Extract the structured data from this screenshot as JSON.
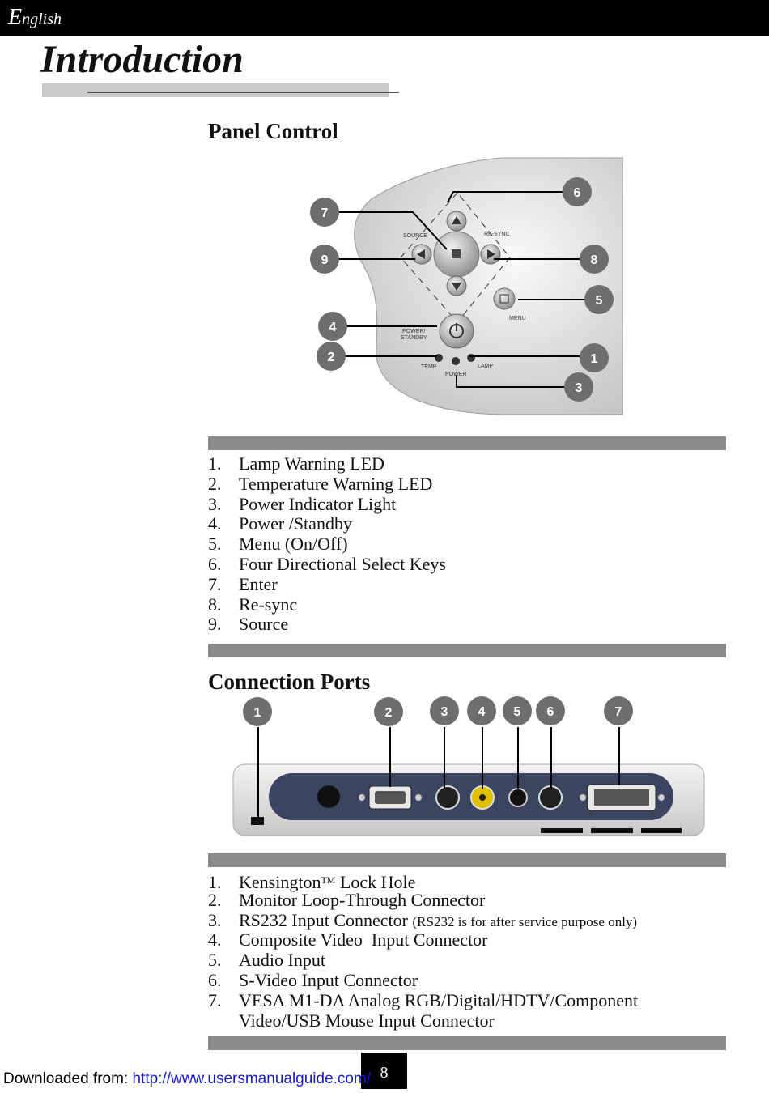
{
  "header": {
    "language_initial": "E",
    "language_rest": "nglish"
  },
  "page_title": "Introduction",
  "panel_control": {
    "title": "Panel Control",
    "callouts": [
      "1",
      "2",
      "3",
      "4",
      "5",
      "6",
      "7",
      "8",
      "9"
    ],
    "panel_labels": {
      "source": "SOURCE",
      "resync": "RE-SYNC",
      "menu": "MENU",
      "power_standby_1": "POWER/",
      "power_standby_2": "STANDBY",
      "temp": "TEMP",
      "power": "POWER",
      "lamp": "LAMP"
    },
    "items": [
      {
        "num": "1.",
        "label": "Lamp Warning LED"
      },
      {
        "num": "2.",
        "label": "Temperature Warning LED"
      },
      {
        "num": "3.",
        "label": "Power Indicator Light"
      },
      {
        "num": "4.",
        "label": "Power /Standby"
      },
      {
        "num": "5.",
        "label": "Menu (On/Off)"
      },
      {
        "num": "6.",
        "label": "Four Directional Select Keys"
      },
      {
        "num": "7.",
        "label": "Enter"
      },
      {
        "num": "8.",
        "label": "Re-sync"
      },
      {
        "num": "9.",
        "label": "Source"
      }
    ]
  },
  "connection_ports": {
    "title": "Connection Ports",
    "callouts": [
      "1",
      "2",
      "3",
      "4",
      "5",
      "6",
      "7"
    ],
    "items": [
      {
        "num": "1.",
        "label": "Kensington",
        "sup": "TM",
        "label_after": " Lock Hole"
      },
      {
        "num": "2.",
        "label": "Monitor Loop-Through Connector"
      },
      {
        "num": "3.",
        "label": "RS232 Input Connector ",
        "note": "(RS232 is for after service purpose only)"
      },
      {
        "num": "4.",
        "label": "Composite Video  Input Connector"
      },
      {
        "num": "5.",
        "label": "Audio Input"
      },
      {
        "num": "6.",
        "label": "S-Video Input Connector"
      },
      {
        "num": "7.",
        "label": "VESA M1-DA Analog RGB/Digital/HDTV/Component",
        "label_cont": "Video/USB Mouse Input Connector"
      }
    ]
  },
  "page_number": "8",
  "footer": {
    "prefix": "Downloaded from: ",
    "url": "http://www.usersmanualguide.com/"
  },
  "colors": {
    "callout": "#6e6e6e",
    "bar": "#8c8c8c",
    "link": "#1a1ad0"
  }
}
